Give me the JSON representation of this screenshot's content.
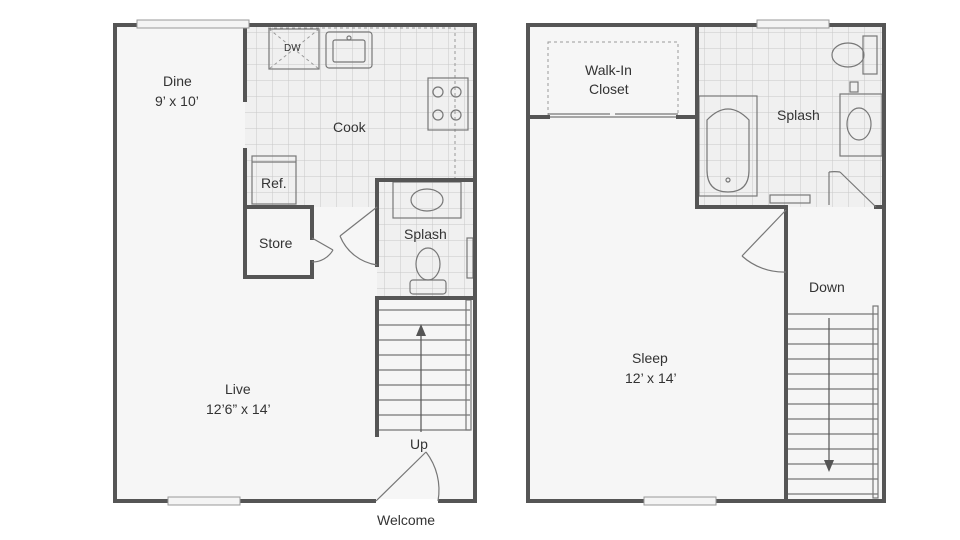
{
  "rooms": {
    "dine": {
      "name": "Dine",
      "size": "9’ x 10’"
    },
    "cook": {
      "name": "Cook"
    },
    "ref": {
      "name": "Ref."
    },
    "dw": {
      "name": "DW"
    },
    "store": {
      "name": "Store"
    },
    "splash_down": {
      "name": "Splash"
    },
    "live": {
      "name": "Live",
      "size": "12’6” x 14’"
    },
    "up": {
      "name": "Up"
    },
    "welcome": {
      "name": "Welcome"
    },
    "closet": {
      "line1": "Walk-In",
      "line2": "Closet"
    },
    "splash_up": {
      "name": "Splash"
    },
    "sleep": {
      "name": "Sleep",
      "size": "12’ x 14’"
    },
    "down": {
      "name": "Down"
    }
  },
  "colors": {
    "floor": "#f6f6f6",
    "tile": "#efefef",
    "wall": "#555555"
  }
}
